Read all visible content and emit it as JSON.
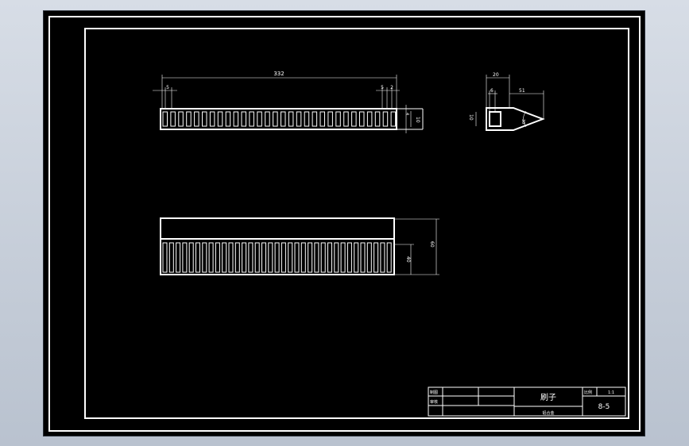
{
  "drawing": {
    "top_view": {
      "overall_length": "332",
      "dim_left": "5",
      "dim_right_a": "5",
      "dim_right_b": "2",
      "height": "10",
      "inner": "4"
    },
    "end_view": {
      "width": "20",
      "inner": "6",
      "depth": "51",
      "height": "10",
      "angle": "30"
    },
    "front_view": {
      "bristle_height": "40",
      "overall_height": "60"
    },
    "title_block": {
      "row1_label": "制图",
      "row2_label": "审核",
      "part_name": "刷子",
      "material": "铝合金",
      "scale_label": "比例",
      "scale_value": "1:1",
      "drawing_number": "8-5"
    }
  }
}
